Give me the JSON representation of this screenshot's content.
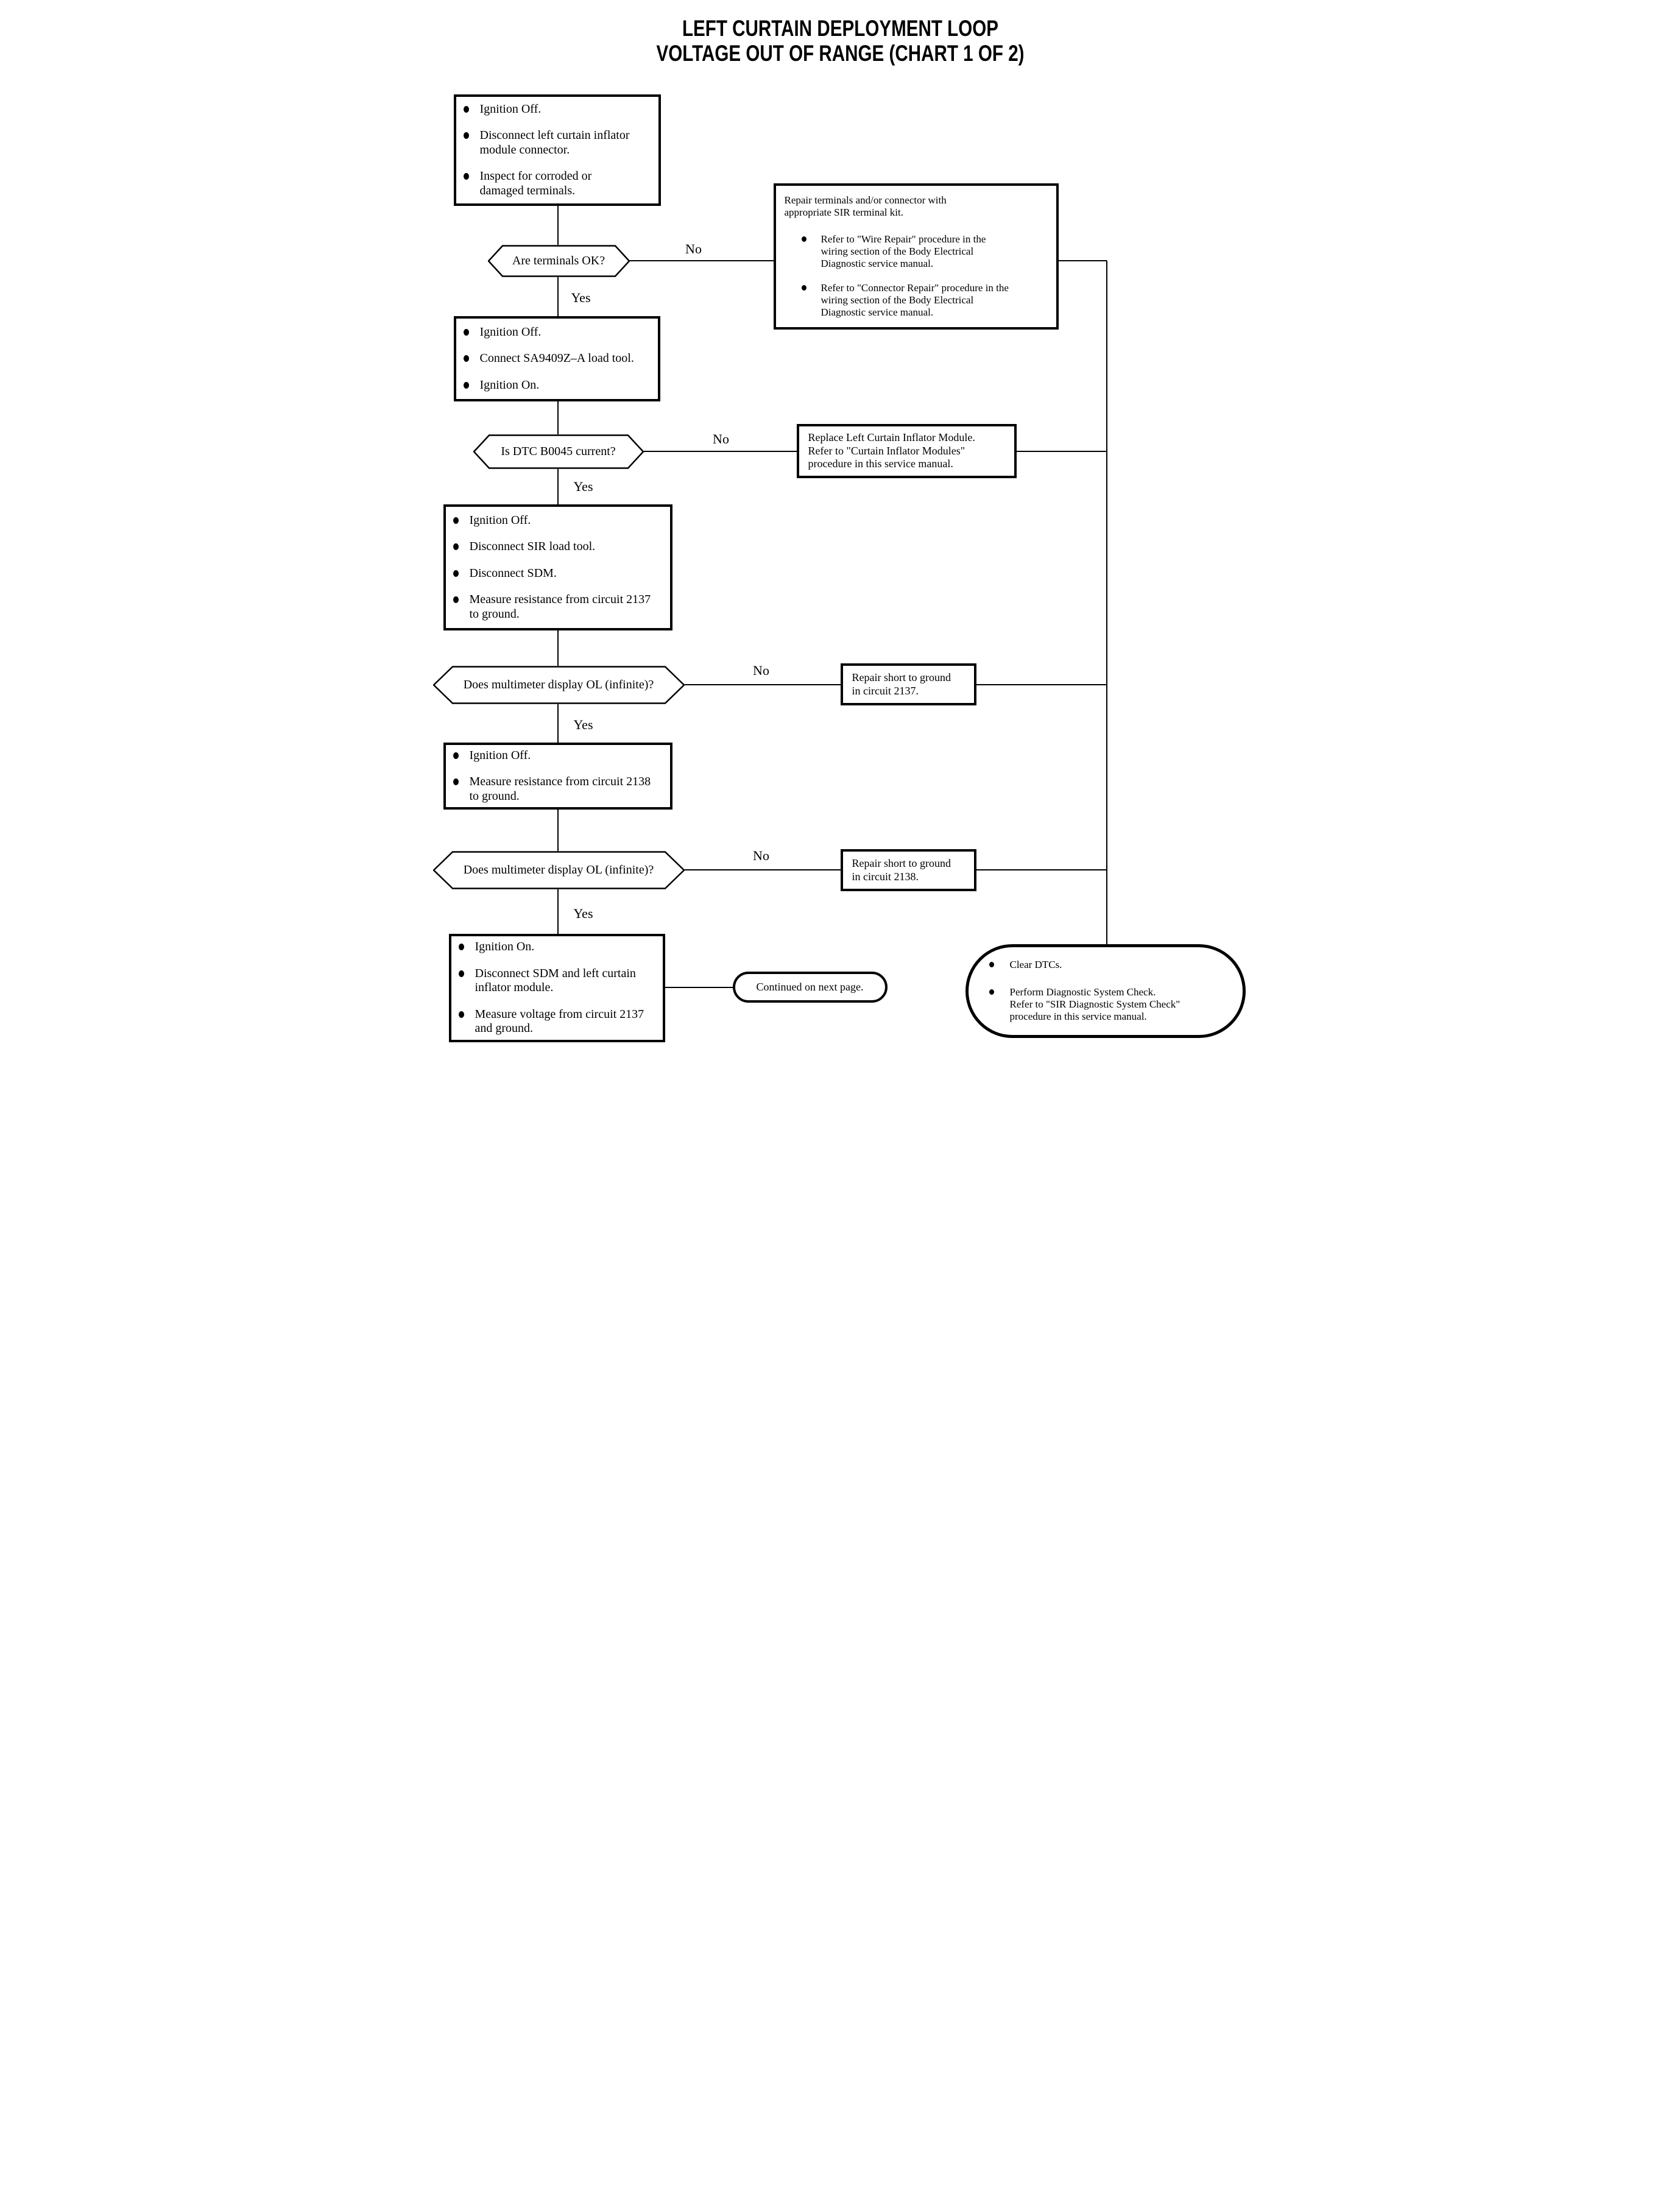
{
  "title": {
    "line1": "LEFT CURTAIN DEPLOYMENT LOOP",
    "line2": "VOLTAGE OUT OF RANGE (CHART 1 OF 2)"
  },
  "labels": {
    "yes": "Yes",
    "no": "No"
  },
  "nodes": {
    "step1": {
      "items": [
        [
          "Ignition Off."
        ],
        [
          "Disconnect left curtain inflator",
          "module connector."
        ],
        [
          "Inspect for corroded or",
          "damaged terminals."
        ]
      ]
    },
    "decision1": {
      "question": "Are terminals OK?"
    },
    "repair_terminals": {
      "intro": [
        "Repair terminals and/or connector with",
        "appropriate SIR terminal kit."
      ],
      "items": [
        [
          "Refer to \"Wire Repair\" procedure in the",
          "wiring section of the Body Electrical",
          "Diagnostic service manual."
        ],
        [
          "Refer to \"Connector Repair\" procedure in the",
          "wiring section of the Body Electrical",
          "Diagnostic service manual."
        ]
      ]
    },
    "step2": {
      "items": [
        [
          "Ignition Off."
        ],
        [
          "Connect SA9409Z–A load tool."
        ],
        [
          "Ignition On."
        ]
      ]
    },
    "decision2": {
      "question": "Is DTC B0045 current?"
    },
    "replace_module": {
      "lines": [
        "Replace Left Curtain Inflator Module.",
        "Refer to \"Curtain Inflator Modules\"",
        "procedure in this service manual."
      ]
    },
    "step3": {
      "items": [
        [
          "Ignition Off."
        ],
        [
          "Disconnect SIR load tool."
        ],
        [
          "Disconnect SDM."
        ],
        [
          "Measure resistance from circuit 2137",
          "to ground."
        ]
      ]
    },
    "decision3": {
      "question": "Does multimeter display OL (infinite)?"
    },
    "repair_2137": {
      "lines": [
        "Repair short to ground",
        "in circuit 2137."
      ]
    },
    "step4": {
      "items": [
        [
          "Ignition Off."
        ],
        [
          "Measure resistance from circuit 2138",
          "to ground."
        ]
      ]
    },
    "decision4": {
      "question": "Does multimeter display OL (infinite)?"
    },
    "repair_2138": {
      "lines": [
        "Repair short to ground",
        "in circuit 2138."
      ]
    },
    "step5": {
      "items": [
        [
          "Ignition On."
        ],
        [
          "Disconnect SDM and left curtain",
          "inflator module."
        ],
        [
          "Measure voltage from circuit 2137",
          "and ground."
        ]
      ]
    },
    "continued": {
      "text": "Continued on next page."
    },
    "end": {
      "item1": [
        "Clear DTCs."
      ],
      "item2": [
        "Perform Diagnostic System Check.",
        "Refer to \"SIR Diagnostic System Check\"",
        "procedure in this service manual."
      ]
    }
  }
}
